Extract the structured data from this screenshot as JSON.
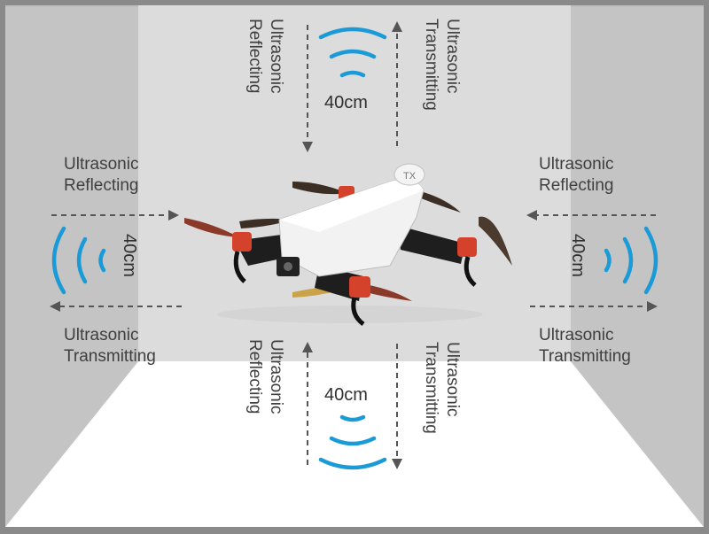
{
  "labels": {
    "top_reflect": [
      "Ultrasonic",
      "Reflecting"
    ],
    "top_transmit": [
      "Ultrasonic",
      "Transmitting"
    ],
    "top_distance": "40cm",
    "left_reflect": [
      "Ultrasonic",
      "Reflecting"
    ],
    "left_transmit": [
      "Ultrasonic",
      "Transmitting"
    ],
    "left_distance": "40cm",
    "right_reflect": [
      "Ultrasonic",
      "Reflecting"
    ],
    "right_transmit": [
      "Ultrasonic",
      "Transmitting"
    ],
    "right_distance": "40cm",
    "bottom_reflect": [
      "Ultrasonic",
      "Reflecting"
    ],
    "bottom_transmit": [
      "Ultrasonic",
      "Transmitting"
    ],
    "bottom_distance": "40cm",
    "drone_module": "TX"
  },
  "colors": {
    "wave": "#1a9ad6",
    "arrow": "#555555",
    "back_wall": "#dcdcdc",
    "side_wall": "#c4c4c4",
    "floor": "#ffffff",
    "frame": "#8a8a8a"
  },
  "icons": {
    "drone": "racing-quadcopter",
    "waves": "ultrasonic-wave-arcs"
  }
}
